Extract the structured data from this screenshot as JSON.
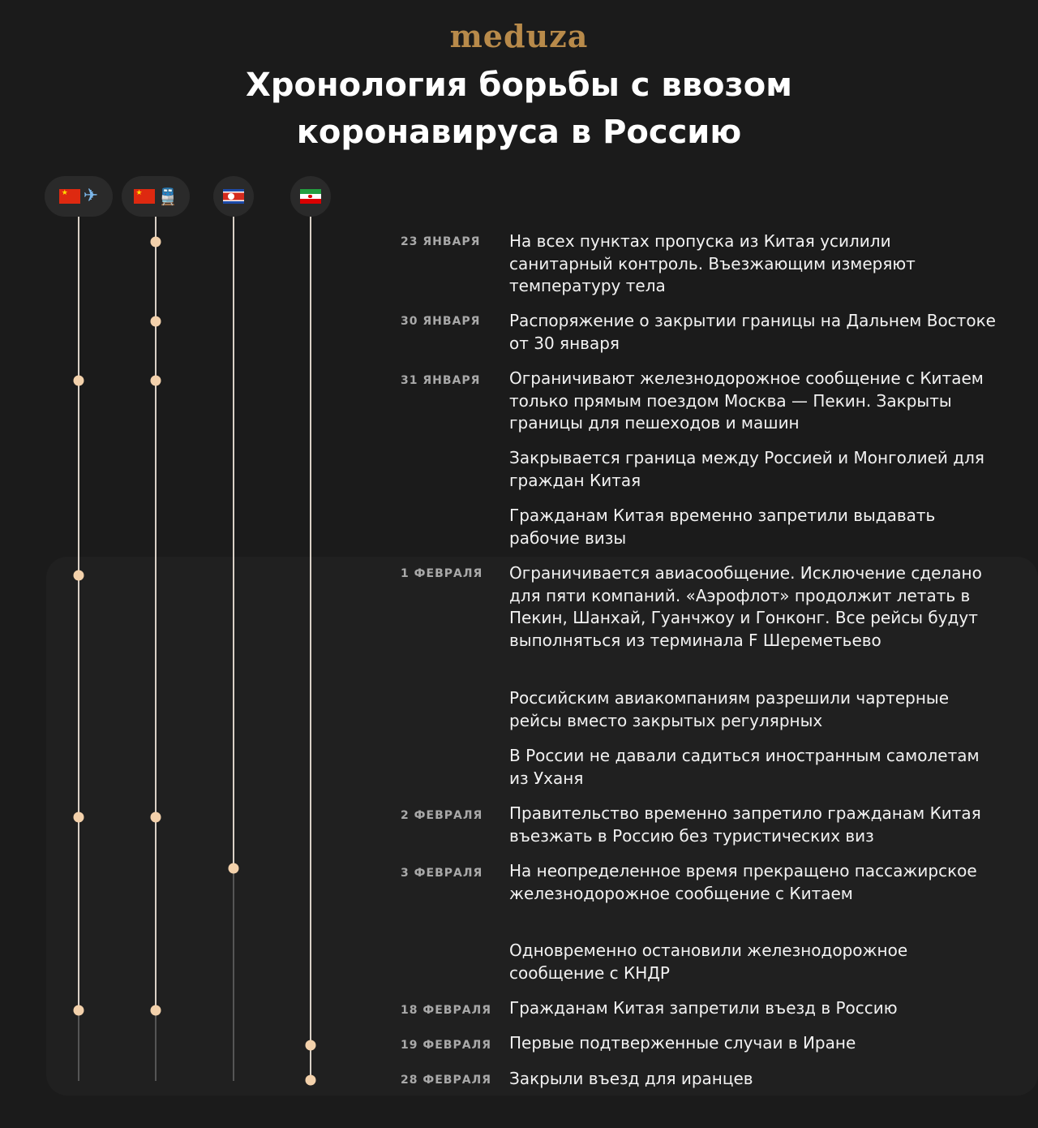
{
  "logo": "meduza",
  "title": {
    "line1": "Хронология борьбы с ввозом",
    "line2": "коронавируса в Россию"
  },
  "lanes": [
    {
      "icons": [
        "flag-china",
        "airplane-icon"
      ]
    },
    {
      "icons": [
        "flag-china",
        "train-icon"
      ]
    },
    {
      "icons": [
        "flag-north-korea"
      ]
    },
    {
      "icons": [
        "flag-iran"
      ]
    }
  ],
  "colors": {
    "background": "#1b1b1b",
    "panel": "#202020",
    "lane_line": "#d9d0c6",
    "dot": "#f3d1ab",
    "logo": "#b88a4a",
    "date_text": "#a9a9a9",
    "event_text": "#f2f2f2"
  },
  "dates": [
    {
      "label": "23 ЯНВАРЯ"
    },
    {
      "label": "30 ЯНВАРЯ"
    },
    {
      "label": "31 ЯНВАРЯ"
    },
    {
      "label": "1 ФЕВРАЛЯ"
    },
    {
      "label": "2 ФЕВРАЛЯ"
    },
    {
      "label": "3 ФЕВРАЛЯ"
    },
    {
      "label": "18 ФЕВРАЛЯ"
    },
    {
      "label": "19 ФЕВРАЛЯ"
    },
    {
      "label": "28 ФЕВРАЛЯ"
    }
  ],
  "events": [
    {
      "text": "На всех пунктах пропуска из Китая усилили санитарный контроль. Въезжающим измеряют температуру тела"
    },
    {
      "text": "Распоряжение о закрытии границы на Дальнем Востоке от 30 января"
    },
    {
      "text": "Ограничивают железнодорожное сообщение с Китаем только прямым поездом Москва — Пекин. Закрыты границы для пешеходов и машин"
    },
    {
      "text": "Закрывается граница между Россией и Монголией для граждан Китая"
    },
    {
      "text": "Гражданам Китая временно запретили выдавать рабочие визы"
    },
    {
      "text": "Ограничивается авиасообщение. Исключение сделано для пяти компаний. «Аэрофлот» продолжит летать в Пекин, Шанхай, Гуанчжоу и Гонконг. Все рейсы будут выполняться из терминала F Шереметьево"
    },
    {
      "text": "Российским авиакомпаниям разрешили чартерные рейсы вместо закрытых регулярных"
    },
    {
      "text": "В России не давали садиться иностранным самолетам из Уханя"
    },
    {
      "text": "Правительство временно запретило гражданам Китая въезжать в Россию без туристических виз"
    },
    {
      "text": "На неопределенное время прекращено пассажирское железнодорожное сообщение с Китаем"
    },
    {
      "text": "Одновременно остановили железнодорожное сообщение с КНДР"
    },
    {
      "text": "Гражданам Китая запретили въезд в Россию"
    },
    {
      "text": "Первые подтверженные случаи в Иране"
    },
    {
      "text": "Закрыли въезд для иранцев"
    }
  ],
  "markers": [
    {
      "date": "23 ЯНВАРЯ",
      "lanes": [
        2
      ]
    },
    {
      "date": "30 ЯНВАРЯ",
      "lanes": [
        2
      ]
    },
    {
      "date": "31 ЯНВАРЯ",
      "lanes": [
        1,
        2
      ]
    },
    {
      "date": "1 ФЕВРАЛЯ",
      "lanes": [
        1
      ]
    },
    {
      "date": "2 ФЕВРАЛЯ",
      "lanes": [
        1,
        2
      ]
    },
    {
      "date": "3 ФЕВРАЛЯ",
      "lanes": [
        3
      ]
    },
    {
      "date": "18 ФЕВРАЛЯ",
      "lanes": [
        1,
        2
      ]
    },
    {
      "date": "19 ФЕВРАЛЯ",
      "lanes": [
        4
      ]
    },
    {
      "date": "28 ФЕВРАЛЯ",
      "lanes": [
        4
      ]
    }
  ]
}
